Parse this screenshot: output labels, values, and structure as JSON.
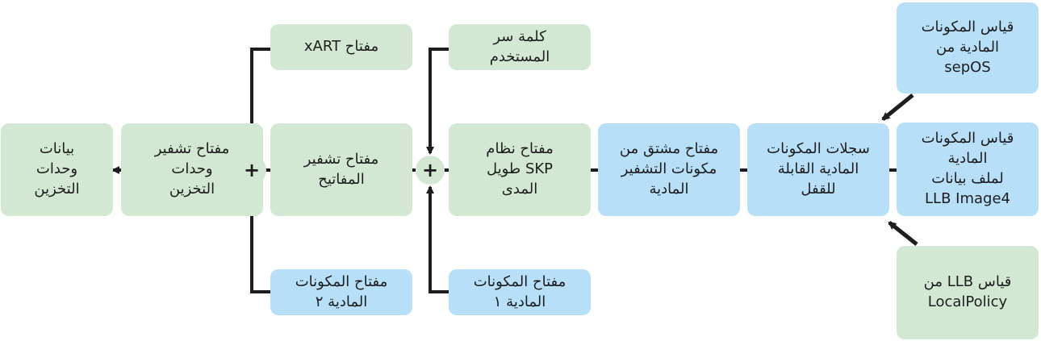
{
  "colors": {
    "green_box": "#d3e8d2",
    "blue_box": "#b7dff8",
    "arrow": "#1d1d1f",
    "text": "#1d1d1f"
  },
  "nodes": {
    "sepos_measurement": "قياس المكونات\nالمادية من\nsepOS",
    "llb_image4_measurement": "قياس المكونات\nالمادية\nلملف بيانات\nLLB Image4",
    "localpolicy_llb_measurement": "قياس LLB من\nLocalPolicy",
    "lockable_hw_registers": "سجلات المكونات\nالمادية القابلة\nللقفل",
    "crypto_hw_derived_key": "مفتاح مشتق من\nمكونات التشفير\nالمادية",
    "long_term_skp_key": "مفتاح نظام\nSKP طويل\nالمدى",
    "user_password": "كلمة سر\nالمستخدم",
    "hardware_key_1": "مفتاح المكونات\nالمادية ١",
    "key_encryption_key": "مفتاح تشفير\nالمفاتيح",
    "xart_key": "مفتاح xART",
    "hardware_key_2": "مفتاح المكونات\nالمادية ٢",
    "volume_encryption_key": "مفتاح تشفير\nوحدات\nالتخزين",
    "volume_data": "بيانات\nوحدات\nالتخزين"
  },
  "combiners": {
    "plus_symbol": "+"
  }
}
